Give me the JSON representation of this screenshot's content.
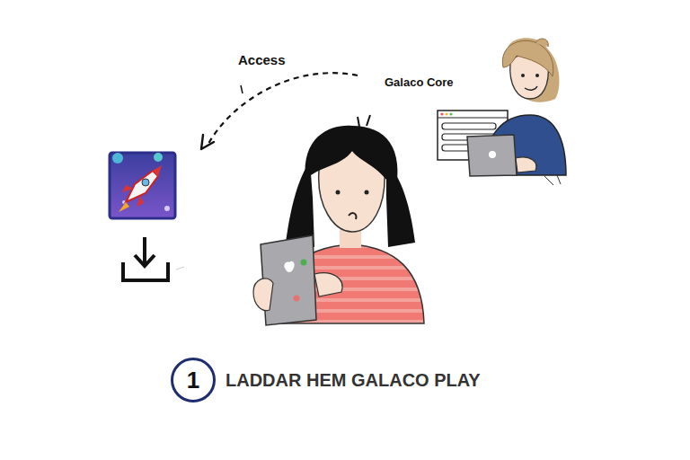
{
  "diagram": {
    "caption": "LADDAR HEM GALACO PLAY",
    "nodes": [
      {
        "text": [
          "1"
        ]
      }
    ],
    "labels": [
      "Access",
      "Galaco Core"
    ]
  }
}
